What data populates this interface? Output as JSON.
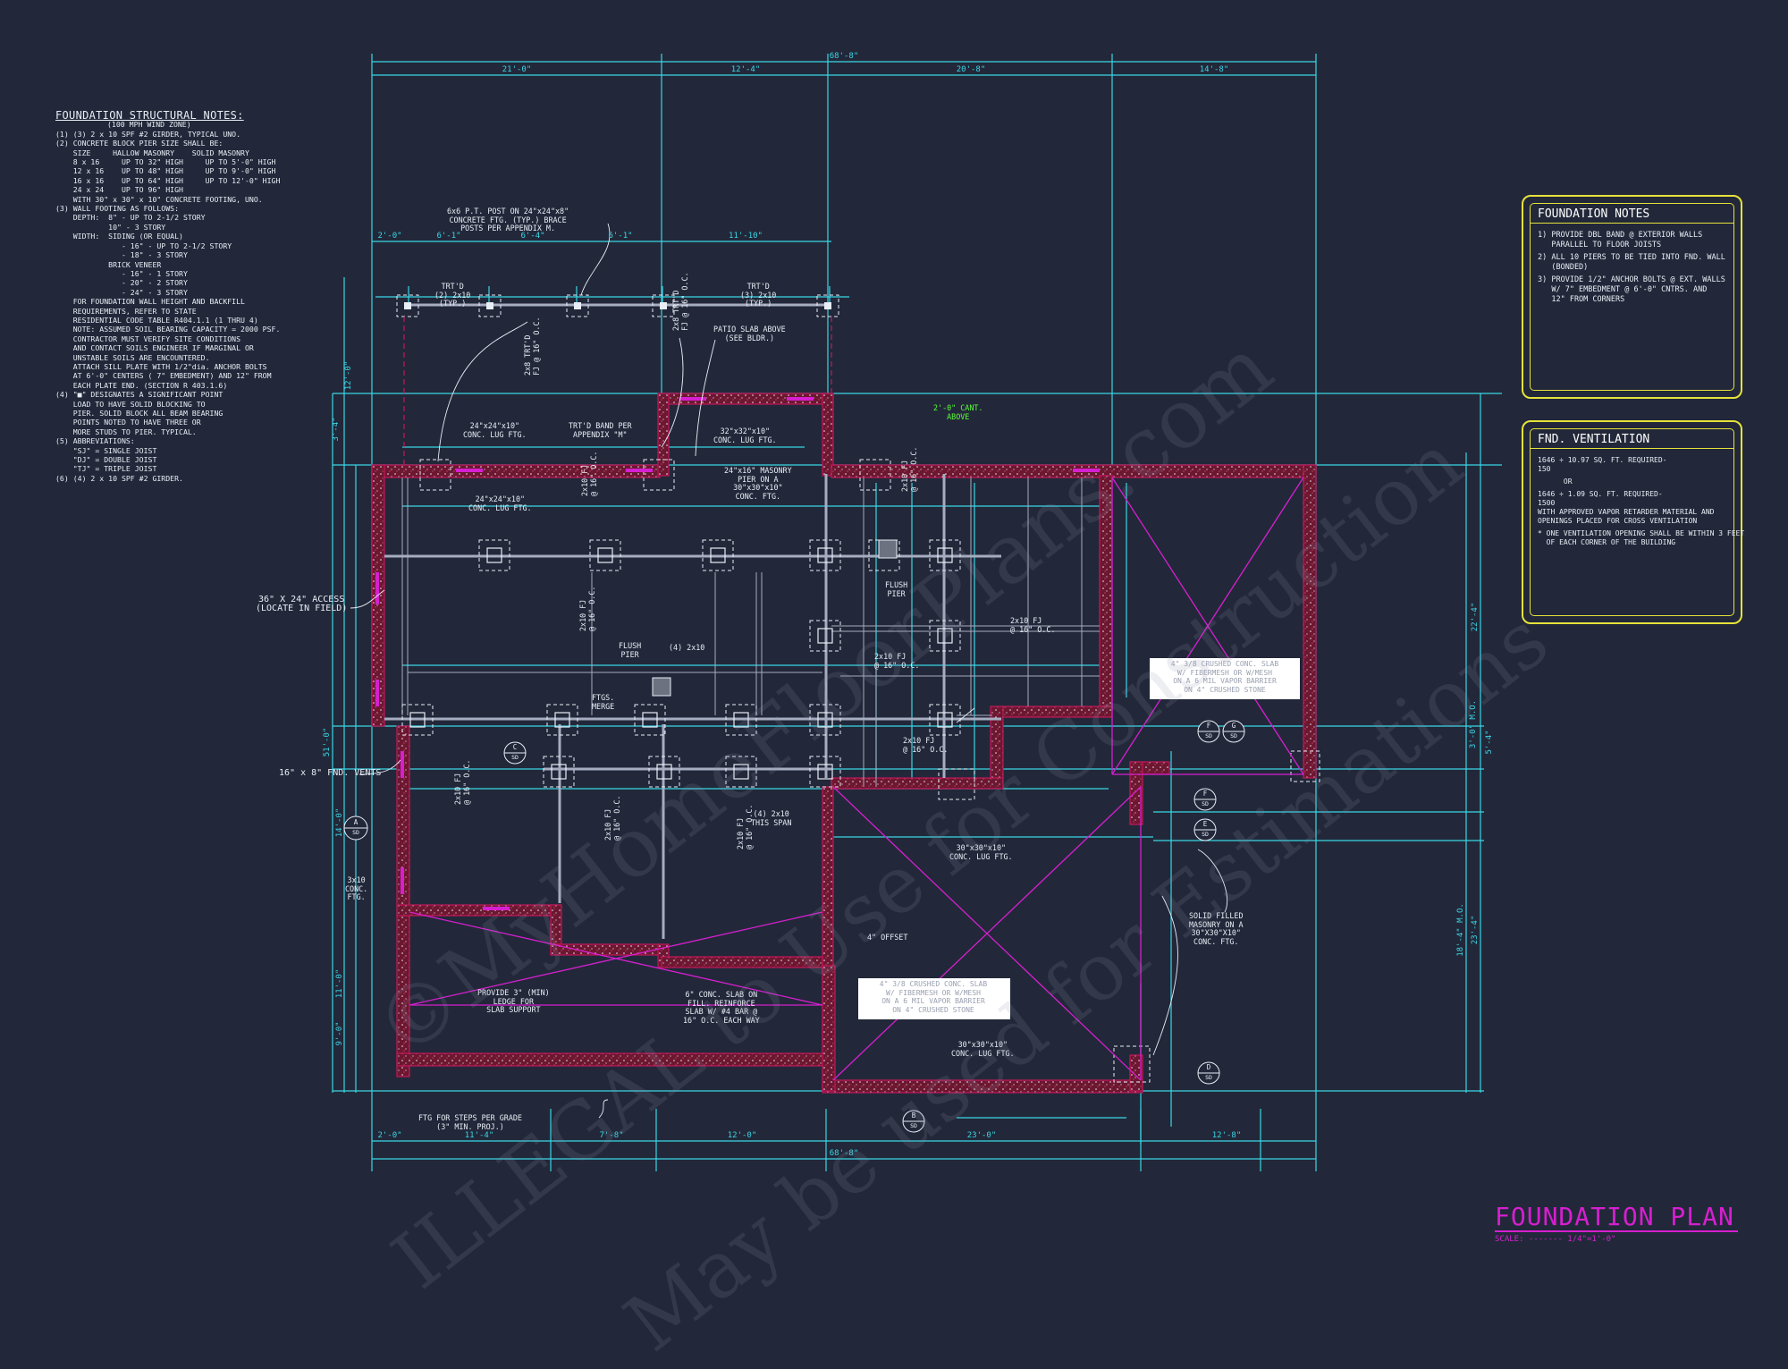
{
  "left_notes": {
    "title": "FOUNDATION STRUCTURAL NOTES:",
    "subtitle": "(100 MPH WIND ZONE)",
    "lines": [
      "(1) (3) 2 x 10 SPF #2 GIRDER, TYPICAL UNO.",
      "(2) CONCRETE BLOCK PIER SIZE SHALL BE:",
      "    SIZE     HALLOW MASONRY    SOLID MASONRY",
      "    8 x 16     UP TO 32\" HIGH     UP TO 5'-0\" HIGH",
      "    12 x 16    UP TO 48\" HIGH     UP TO 9'-0\" HIGH",
      "    16 x 16    UP TO 64\" HIGH     UP TO 12'-0\" HIGH",
      "    24 x 24    UP TO 96\" HIGH",
      "    WITH 30\" x 30\" x 10\" CONCRETE FOOTING, UNO.",
      "",
      "(3) WALL FOOTING AS FOLLOWS:",
      "    DEPTH:  8\" - UP TO 2-1/2 STORY",
      "            10\" - 3 STORY",
      "",
      "    WIDTH:  SIDING (OR EQUAL)",
      "               - 16\" - UP TO 2-1/2 STORY",
      "               - 18\" - 3 STORY",
      "            BRICK VENEER",
      "               - 16\" - 1 STORY",
      "               - 20\" - 2 STORY",
      "               - 24\" - 3 STORY",
      "",
      "    FOR FOUNDATION WALL HEIGHT AND BACKFILL",
      "    REQUIREMENTS, REFER TO STATE",
      "    RESIDENTIAL CODE TABLE R404.1.1 (1 THRU 4)",
      "    NOTE: ASSUMED SOIL BEARING CAPACITY = 2000 PSF.",
      "    CONTRACTOR MUST VERIFY SITE CONDITIONS",
      "    AND CONTACT SOILS ENGINEER IF MARGINAL OR",
      "    UNSTABLE SOILS ARE ENCOUNTERED.",
      "",
      "    ATTACH SILL PLATE WITH 1/2\"dia. ANCHOR BOLTS",
      "    AT 6'-0\" CENTERS ( 7\" EMBEDMENT) AND 12\" FROM",
      "    EACH PLATE END. (SECTION R 403.1.6)",
      "",
      "(4) \"■\" DESIGNATES A SIGNIFICANT POINT",
      "    LOAD TO HAVE SOLID BLOCKING TO",
      "    PIER. SOLID BLOCK ALL BEAM BEARING",
      "    POINTS NOTED TO HAVE THREE OR",
      "    MORE STUDS TO PIER. TYPICAL.",
      "",
      "(5) ABBREVIATIONS:",
      "",
      "    \"SJ\" = SINGLE JOIST",
      "    \"DJ\" = DOUBLE JOIST",
      "    \"TJ\" = TRIPLE JOIST",
      "",
      "(6) (4) 2 x 10 SPF #2 GIRDER."
    ]
  },
  "foundation_notes": {
    "title": "FOUNDATION NOTES",
    "items": [
      "1) PROVIDE DBL BAND @ EXTERIOR WALLS\n   PARALLEL TO FLOOR JOISTS",
      "2) ALL 10 PIERS TO BE TIED INTO FND. WALL\n   (BONDED)",
      "3) PROVIDE 1/2\" ANCHOR BOLTS @ EXT. WALLS\n   W/ 7\" EMBEDMENT @ 6'-0\" CNTRS. AND\n   12\" FROM CORNERS"
    ]
  },
  "ventilation": {
    "title": "FND. VENTILATION",
    "items": [
      "1646 ÷ 10.97 SQ. FT. REQUIRED-\n150",
      "      OR",
      "1646 ÷ 1.09 SQ. FT. REQUIRED-\n1500\nWITH APPROVED VAPOR RETARDER MATERIAL AND\nOPENINGS PLACED FOR CROSS VENTILATION",
      "* ONE VENTILATION OPENING SHALL BE WITHIN 3 FEET\n  OF EACH CORNER OF THE BUILDING"
    ]
  },
  "title_block": {
    "title": "FOUNDATION PLAN",
    "scale": "SCALE: ------- 1/4\"=1'-0\""
  },
  "watermark": {
    "line1": "©MyHomeFloorPlans.com",
    "line2": "ILLEGAL to Use for Construction",
    "line3": "May be used for Estimations"
  },
  "dimensions": {
    "top_overall": "68'-8\"",
    "top_row": [
      "21'-0\"",
      "12'-4\"",
      "20'-8\"",
      "14'-8\""
    ],
    "porch_row": [
      "2'-0\"",
      "6'-1\"",
      "6'-4\"",
      "6'-1\"",
      "11'-10\""
    ],
    "bottom_overall": "68'-8\"",
    "bottom_row": [
      "2'-0\"",
      "11'-4\"",
      "7'-8\"",
      "12'-0\"",
      "23'-0\"",
      "12'-8\""
    ],
    "right_side": [
      "22'-4\"",
      "5'-4\"",
      "23'-4\"",
      "18'-4\" M.O.",
      "3'-0\" M.O."
    ],
    "left_side": [
      "12'-0\"",
      "3'-4\"",
      "51'-0\"",
      "14'-0\"",
      "11'-0\"",
      "9'-0\""
    ]
  },
  "callouts": [
    "6x6 P.T. POST ON 24\"x24\"x8\"\nCONCRETE FTG. (TYP.) BRACE\nPOSTS PER APPENDIX M.",
    "TRT'D\n(2) 2x10\n(TYP.)",
    "TRT'D\n(3) 2x10\n(TYP.)",
    "PATIO SLAB ABOVE\n(SEE BLDR.)",
    "2'-0\" CANT.\nABOVE",
    "24\"x24\"x10\"\nCONC. LUG FTG.",
    "TRT'D BAND PER\nAPPENDIX \"M\"",
    "32\"x32\"x10\"\nCONC. LUG FTG.",
    "24\"x16\" MASONRY\nPIER ON A\n30\"x30\"x10\"\nCONC. FTG.",
    "24\"x24\"x10\"\nCONC. LUG FTG.",
    "36\" X 24\" ACCESS\n(LOCATE IN FIELD)",
    "FLUSH\nPIER",
    "FLUSH\nPIER",
    "(4) 2x10",
    "FTGS.\nMERGE",
    "16\" x 8\" FND. VENTS",
    "(4) 2x10\nTHIS SPAN",
    "30\"x30\"x10\"\nCONC. LUG FTG.",
    "4\" OFFSET",
    "SOLID FILLED\nMASONRY ON A\n30\"X30\"X10\"\nCONC. FTG.",
    "PROVIDE 3\" (MIN)\nLEDGE FOR\nSLAB SUPPORT",
    "6\" CONC. SLAB ON\nFILL. REINFORCE\nSLAB W/ #4 BAR @\n16\" O.C. EACH WAY",
    "30\"x30\"x10\"\nCONC. LUG FTG.",
    "FTG FOR STEPS PER GRADE\n(3\" MIN. PROJ.)",
    "3x10\nCONC.\nFTG."
  ],
  "slab_note": "4\" 3/8 CRUSHED CONC. SLAB\nW/ FIBERMESH OR W/MESH\nON A 6 MIL VAPOR BARRIER\nON 4\" CRUSHED STONE",
  "joist_labels": [
    "2x10 FJ\n@ 16\" O.C.",
    "2x10 FJ\n@ 16\" O.C.",
    "2x10 FJ\n@ 16\" O.C.",
    "2x10 FJ\n@ 16\" O.C.",
    "2x10 FJ\n@ 16\" O.C.",
    "2x10 FJ\n@ 16\" O.C.",
    "2x10 FJ\n@ 16\" O.C.",
    "2x10 FJ\n@ 16\" O.C.",
    "2x8 TRT'D\nFJ @ 16\" O.C.",
    "2x8 TRT'D\nFJ @ 16\" O.C.",
    "2x10 FJ\n@ 16\" O.C."
  ],
  "section_marks": [
    {
      "letter": "A",
      "sheet": "SD"
    },
    {
      "letter": "B",
      "sheet": "SD"
    },
    {
      "letter": "C",
      "sheet": "SD"
    },
    {
      "letter": "D",
      "sheet": "SD"
    },
    {
      "letter": "E",
      "sheet": "SD"
    },
    {
      "letter": "F",
      "sheet": "SD"
    },
    {
      "letter": "F",
      "sheet": "SD"
    },
    {
      "letter": "G",
      "sheet": "SD"
    }
  ],
  "colors": {
    "background": "#222839",
    "dimension": "#3ad6e6",
    "wall": "#c2185b",
    "magenta": "#d61fd0",
    "white": "#e9edf6",
    "green": "#5cff3a",
    "yellow": "#e6e23a",
    "plan_line": "#a6adc0"
  }
}
